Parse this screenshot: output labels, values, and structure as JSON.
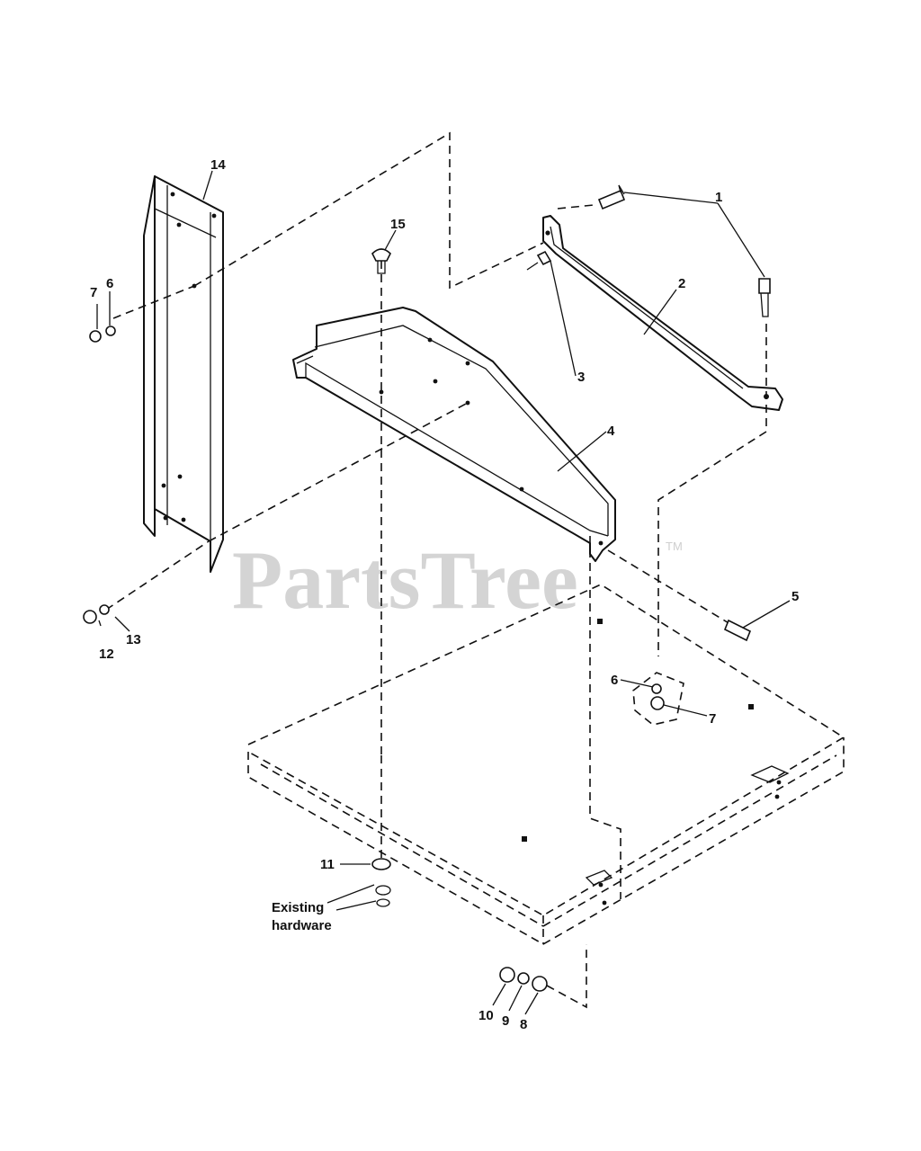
{
  "watermark": {
    "brand": "PartsTree",
    "trademark": "TM"
  },
  "callouts": {
    "c1": "1",
    "c2": "2",
    "c3": "3",
    "c4": "4",
    "c5": "5",
    "c6a": "6",
    "c6b": "6",
    "c7a": "7",
    "c7b": "7",
    "c8": "8",
    "c9": "9",
    "c10": "10",
    "c11": "11",
    "c12": "12",
    "c13": "13",
    "c14": "14",
    "c15": "15"
  },
  "note": {
    "line1": "Existing",
    "line2": "hardware"
  }
}
